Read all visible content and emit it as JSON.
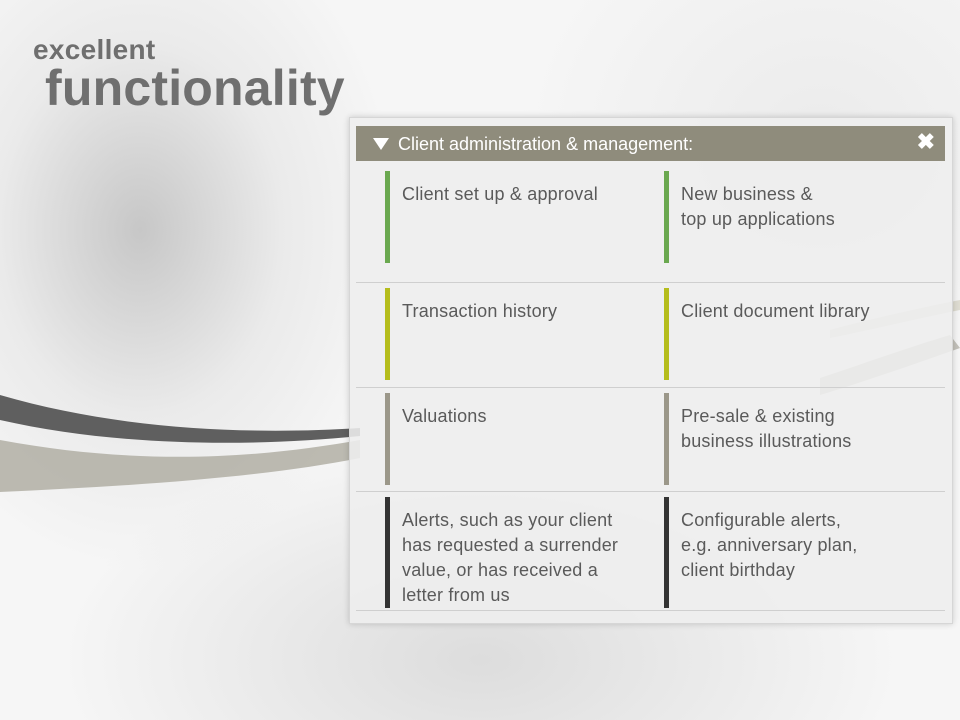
{
  "heading": {
    "line1": "excellent",
    "line2": "functionality"
  },
  "panel": {
    "title": "Client administration & management:",
    "expand_icon": "triangle-down-icon",
    "close_icon": "close-icon",
    "rows": [
      {
        "bar_color": "#6aa84f",
        "left": "Client set up & approval",
        "right": "New business &\ntop up applications"
      },
      {
        "bar_color": "#b5bd1c",
        "left": "Transaction history",
        "right": "Client document library"
      },
      {
        "bar_color": "#9b9789",
        "left": "Valuations",
        "right": "Pre-sale & existing\nbusiness illustrations"
      },
      {
        "bar_color": "#333333",
        "left": "Alerts, such as your client\nhas requested a surrender\nvalue, or has received a\nletter from us",
        "right": "Configurable alerts,\ne.g. anniversary plan,\nclient birthday"
      }
    ]
  }
}
